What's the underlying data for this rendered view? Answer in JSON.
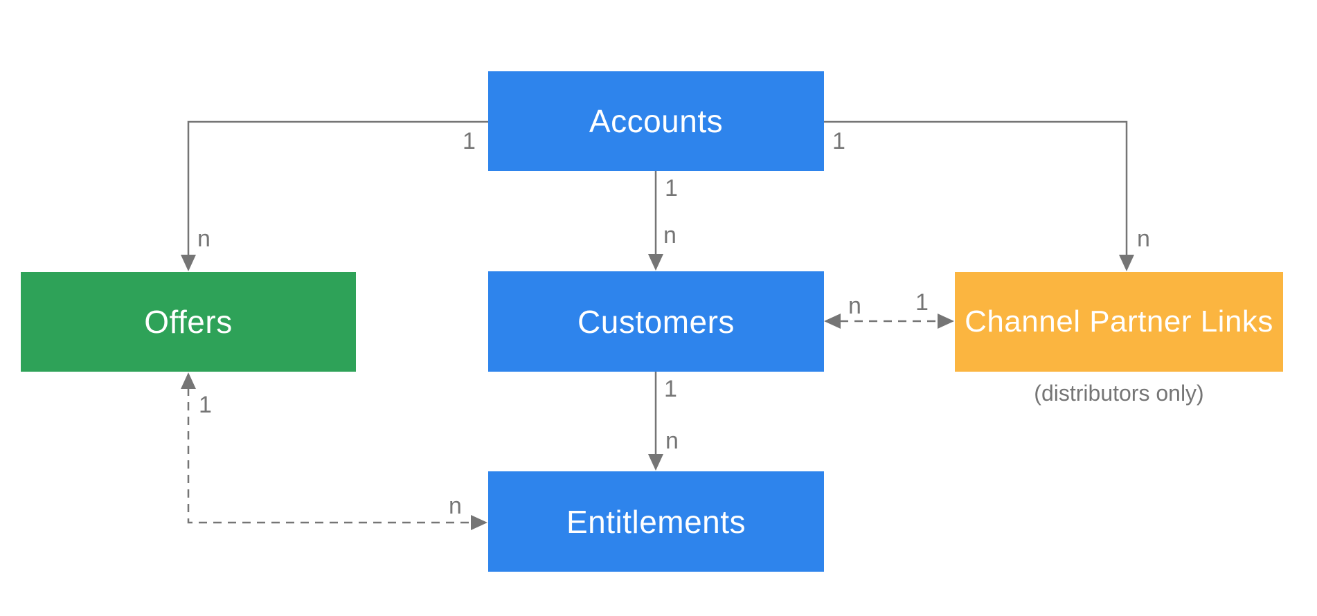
{
  "nodes": {
    "accounts": {
      "label": "Accounts",
      "color": "#2E84EC"
    },
    "offers": {
      "label": "Offers",
      "color": "#2EA258"
    },
    "customers": {
      "label": "Customers",
      "color": "#2E84EC"
    },
    "channel_partner_links": {
      "label": "Channel Partner Links",
      "color": "#FBB540",
      "note": "(distributors only)"
    },
    "entitlements": {
      "label": "Entitlements",
      "color": "#2E84EC"
    }
  },
  "edges": [
    {
      "id": "accounts-offers",
      "from": "accounts",
      "to": "offers",
      "style": "solid",
      "from_label": "1",
      "to_label": "n"
    },
    {
      "id": "accounts-customers",
      "from": "accounts",
      "to": "customers",
      "style": "solid",
      "from_label": "1",
      "to_label": "n"
    },
    {
      "id": "accounts-channel-partner-links",
      "from": "accounts",
      "to": "channel_partner_links",
      "style": "solid",
      "from_label": "1",
      "to_label": "n"
    },
    {
      "id": "customers-entitlements",
      "from": "customers",
      "to": "entitlements",
      "style": "solid",
      "from_label": "1",
      "to_label": "n"
    },
    {
      "id": "customers-channel-partner-links",
      "from": "customers",
      "to": "channel_partner_links",
      "style": "dashed",
      "from_label": "n",
      "to_label": "1"
    },
    {
      "id": "offers-entitlements",
      "from": "offers",
      "to": "entitlements",
      "style": "dashed",
      "from_label": "1",
      "to_label": "n"
    }
  ],
  "colors": {
    "connector": "#757575",
    "cardinality_text": "#757575",
    "node_text": "#ffffff",
    "background": "#ffffff"
  }
}
